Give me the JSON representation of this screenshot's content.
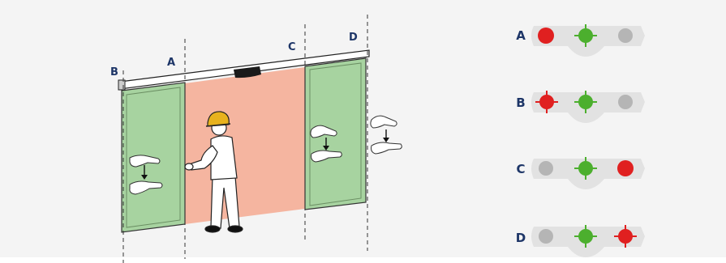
{
  "scene": {
    "zone_labels": [
      "B",
      "A",
      "C",
      "D"
    ]
  },
  "indicator_rows": [
    {
      "letter": "A",
      "lights": [
        "red",
        "green",
        "grey"
      ]
    },
    {
      "letter": "B",
      "lights": [
        "red",
        "green",
        "grey"
      ]
    },
    {
      "letter": "C",
      "lights": [
        "grey",
        "green",
        "red"
      ]
    },
    {
      "letter": "D",
      "lights": [
        "grey",
        "green",
        "red"
      ]
    }
  ],
  "colors": {
    "background": "#f4f4f4",
    "door_green": "#a7d3a0",
    "door_frame": "#6b8f63",
    "zone_red": "#f5b5a0",
    "label_navy": "#1d3567",
    "panel_grey": "#e2e2e2",
    "light_red": "#e02020",
    "light_green": "#4caf2e",
    "light_grey": "#b5b5b5",
    "helmet_yellow": "#e8b21e"
  },
  "icons": [
    "hand-gesture-icon",
    "worker-figure-icon",
    "door-sensor-icon",
    "crosshair-light-icon"
  ]
}
